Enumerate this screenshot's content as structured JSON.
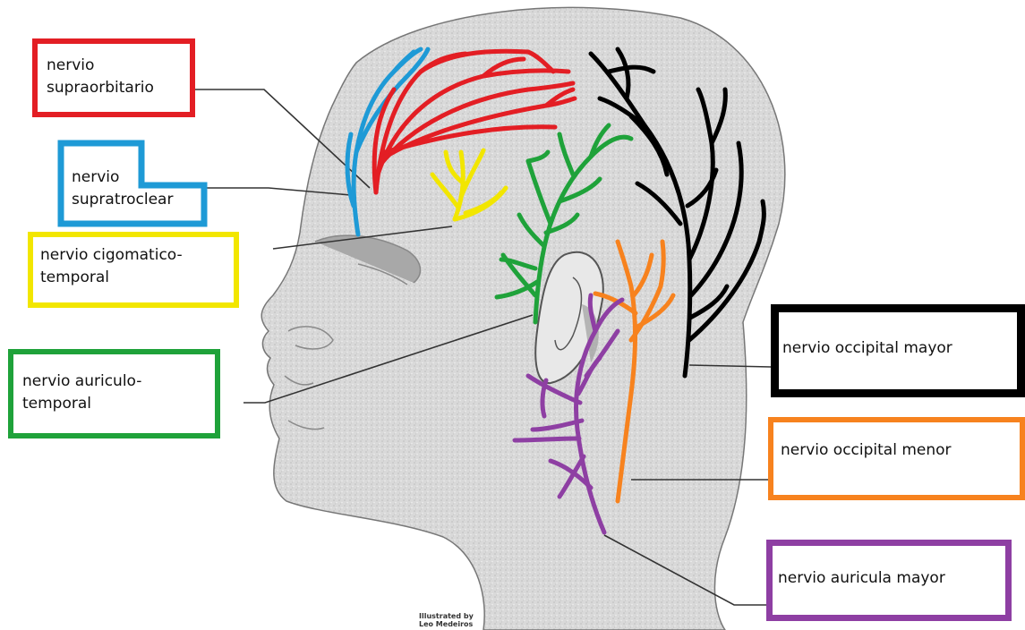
{
  "labels": {
    "supraorbitario": {
      "text": "nervio\nsupraorbitario",
      "color": "#e31e24"
    },
    "supratroclear": {
      "text": "nervio\nsupratroclear",
      "color": "#1e9ad6"
    },
    "cigomatico": {
      "text": "nervio cigomatico-\ntemporal",
      "color": "#f2e600"
    },
    "auriculotemporal": {
      "text": "nervio auriculo-\ntemporal",
      "color": "#1fa23a"
    },
    "occipital_mayor": {
      "text": "nervio occipital mayor",
      "color": "#000000"
    },
    "occipital_menor": {
      "text": "nervio occipital menor",
      "color": "#f7821e"
    },
    "auricula_mayor": {
      "text": "nervio auricula mayor",
      "color": "#8e3fa3"
    }
  },
  "credit": "Illustrated by\nLeo Medeiros"
}
